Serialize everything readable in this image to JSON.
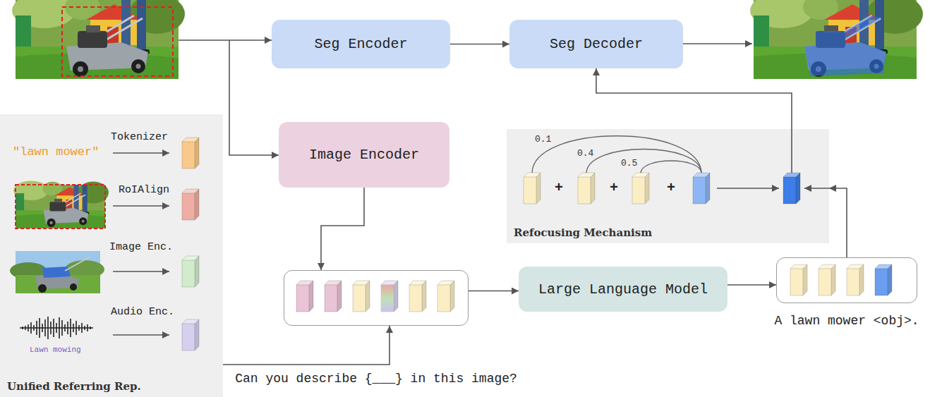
{
  "diagram": {
    "nodes": [
      {
        "text": [
          "Seg Encoder"
        ]
      },
      {
        "text": [
          "Seg Decoder"
        ]
      },
      {
        "text": [
          "Image Encoder"
        ]
      },
      {
        "text": [
          "Unified Referring Rep."
        ]
      },
      {
        "text": [
          "Can you describe {___} in this image?"
        ]
      },
      {
        "text": [
          "Large Language Model"
        ]
      },
      {
        "text": [
          "A lawn mower <obj>."
        ]
      },
      {
        "text": [
          "Refocusing Mechanism"
        ]
      }
    ],
    "edges": [
      {
        "from": 0,
        "to": 1,
        "arrow": "to"
      },
      {
        "from": 2,
        "to": 4,
        "arrow": "to"
      },
      {
        "from": 4,
        "to": 5,
        "arrow": "to"
      },
      {
        "from": 5,
        "to": 6,
        "arrow": "to"
      },
      {
        "from": 6,
        "to": 7,
        "arrow": "to"
      },
      {
        "from": 7,
        "to": 1,
        "arrow": "to"
      },
      {
        "from": 3,
        "to": 4,
        "arrow": "to"
      }
    ],
    "labels": [
      "Tokenizer",
      "\"lawn mower\"",
      "RoIAlign",
      "Image Enc.",
      "Audio Enc.",
      "Lawn mowing",
      "0.1",
      "0.4",
      "0.5",
      "+",
      "+",
      "+"
    ]
  }
}
